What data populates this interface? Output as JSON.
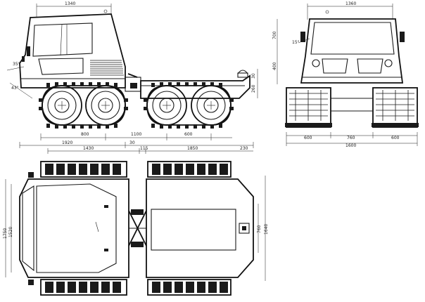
{
  "side_view": {
    "dims": {
      "top_length": "1340",
      "d_800": "800",
      "d_1100": "1100",
      "d_600": "600",
      "d_1920": "1920",
      "d_30": "30",
      "d_1430": "1430",
      "d_115": "115",
      "d_1850": "1850",
      "d_230": "230",
      "d_260": "260",
      "d_30v": "30"
    },
    "angles": {
      "approach": "35°",
      "departure": "43°"
    }
  },
  "front_view": {
    "dims": {
      "top_width": "1360",
      "h_700": "700",
      "h_400": "400",
      "bottom_600_left": "600",
      "bottom_760": "760",
      "bottom_600_right": "600",
      "bottom_1600": "1600"
    },
    "angle": "15°"
  },
  "plan_view": {
    "dims": {
      "left_1750": "1750",
      "left_1520": "1520",
      "right_760": "760",
      "right_1640": "1640"
    }
  }
}
